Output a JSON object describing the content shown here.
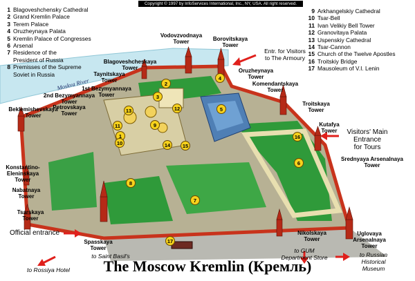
{
  "copyright": "Copyright © 1997 by InfoServices International, Inc., NY, USA. All right reserved.",
  "title": "The Moscow Kremlin (Кремль)",
  "river": "Moskva River",
  "legend_left": [
    {
      "num": "1",
      "text": "Blagoveshchensky Cathedral"
    },
    {
      "num": "2",
      "text": "Grand Kremlin Palace"
    },
    {
      "num": "3",
      "text": "Terem Palace"
    },
    {
      "num": "4",
      "text": "Oruzheynaya Palata"
    },
    {
      "num": "5",
      "text": "Kremlin Palace of Congresses"
    },
    {
      "num": "6",
      "text": "Arsenal"
    },
    {
      "num": "7",
      "text": "Residence of the\nPresident of Russia"
    },
    {
      "num": "8",
      "text": "Premisses of the Supreme\nSoviet in Russia"
    }
  ],
  "legend_right": [
    {
      "num": "9",
      "text": "Arkhangelskiy Cathedral"
    },
    {
      "num": "10",
      "text": "Tsar-Bell"
    },
    {
      "num": "11",
      "text": "Ivan Velikiy Bell Tower"
    },
    {
      "num": "12",
      "text": "Granovitaya Palata"
    },
    {
      "num": "13",
      "text": "Uspenskiy Cathedral"
    },
    {
      "num": "14",
      "text": "Tsar-Cannon"
    },
    {
      "num": "15",
      "text": "Church of the Twelve Apostles"
    },
    {
      "num": "16",
      "text": "Troitskiy Bridge"
    },
    {
      "num": "17",
      "text": "Mausoleum of  V.I. Lenin"
    }
  ],
  "towers": {
    "vodovzvodnaya": "Vodovzvodnaya\nTower",
    "borovitskaya": "Borovitskaya\nTower",
    "blagoveshchenskaya": "Blagoveshcheskaya\nTower",
    "taynitskaya": "Taynitskaya\nTower",
    "oruzheynaya": "Oruzheynaya\nTower",
    "komendantskaya": "Komendantskaya\nTower",
    "bezymyannaya1": "1st Bezymyannaya\nTower",
    "bezymyannaya2": "2nd Bezymyannaya\nTower",
    "petrovskaya": "Petrovskaya\nTower",
    "beklemishevskaya": "Beklemishevskaya\nTower",
    "troitskaya": "Troitskaya\nTower",
    "kutafya": "Kutafya\nTower",
    "konstantino": "Konstantino-\nEleninskaya\nTower",
    "srednyaya": "Srednyaya Arsenalnaya\nTower",
    "nabatnaya": "Nabatnaya\nTower",
    "tsarskaya": "Tsarskaya\nTower",
    "nikolskaya": "Nikolskaya\nTower",
    "uglovaya": "Uglovaya\nArsenalnaya\nTower",
    "spasskaya": "Spasskaya\nTower"
  },
  "notes": {
    "entrance_armoury": "Entr. for Visitors\nto The Armoury",
    "visitors_main": "Visitors' Main\nEntrance\nfor Tours",
    "official_entrance": "Official entrance",
    "saint_basil": "to Saint Basil's",
    "gum": "to GUM\nDepartment Store",
    "historical_museum": "to Russian\nHistorical\nMuseum",
    "rossiya_hotel": "to Rossiya Hotel"
  },
  "badges": [
    "1",
    "2",
    "3",
    "4",
    "5",
    "6",
    "7",
    "8",
    "9",
    "10",
    "11",
    "12",
    "13",
    "14",
    "15",
    "16",
    "17"
  ],
  "colors": {
    "wall": "#c8331c",
    "lawn": "#2f9a3a",
    "river": "#bfe3ee",
    "square": "#8a8f92",
    "marker": "#f7d21c",
    "arrow": "#e0201c"
  }
}
